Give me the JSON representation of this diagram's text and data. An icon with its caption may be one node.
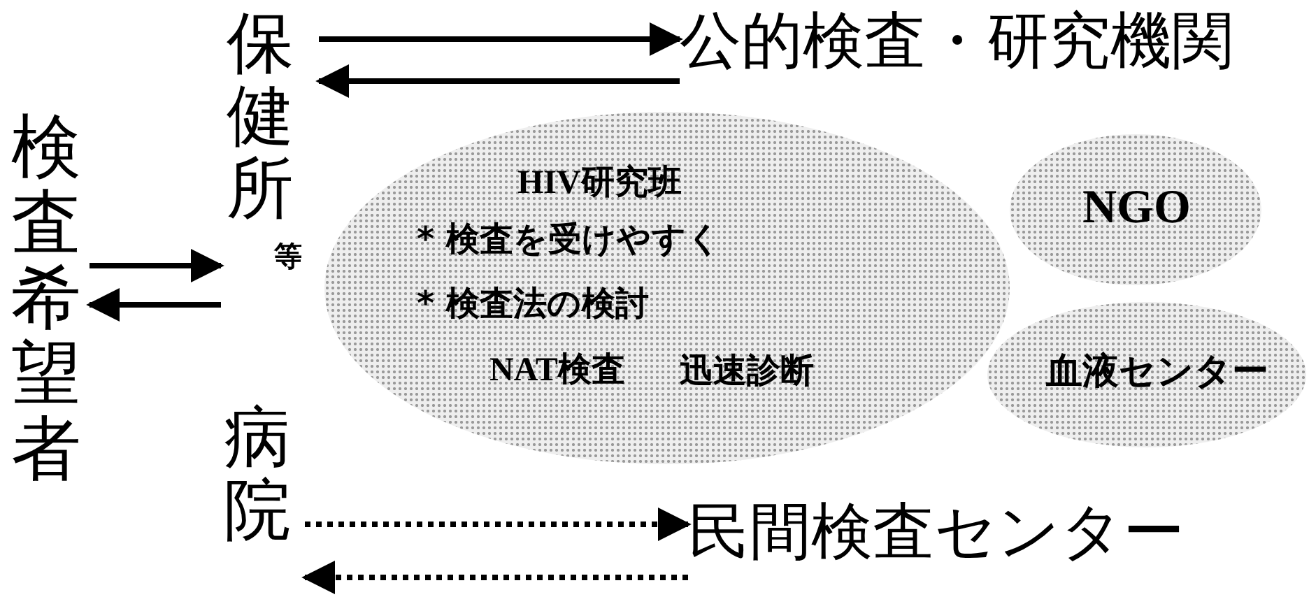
{
  "diagram": {
    "nodes": [
      {
        "text": [
          "検査希望者"
        ]
      },
      {
        "text": [
          "保健所",
          "等"
        ]
      },
      {
        "text": [
          "病院"
        ]
      },
      {
        "text": [
          "公的検査・研究機関"
        ]
      },
      {
        "text": [
          "民間検査センター"
        ]
      },
      {
        "text": [
          "HIV研究班",
          "* 検査を受けやすく",
          "* 検査法の検討",
          "NAT検査",
          "迅速診断"
        ]
      },
      {
        "text": [
          "NGO"
        ]
      },
      {
        "text": [
          "血液センター"
        ]
      }
    ],
    "edges": [
      {
        "from": 0,
        "to": 1,
        "arrow": "to"
      },
      {
        "from": 1,
        "to": 0,
        "arrow": "to"
      },
      {
        "from": 1,
        "to": 3,
        "arrow": "to"
      },
      {
        "from": 3,
        "to": 1,
        "arrow": "to"
      },
      {
        "from": 2,
        "to": 4,
        "arrow": "to",
        "style": "dashed"
      },
      {
        "from": 4,
        "to": 2,
        "arrow": "to",
        "style": "dashed"
      }
    ]
  }
}
